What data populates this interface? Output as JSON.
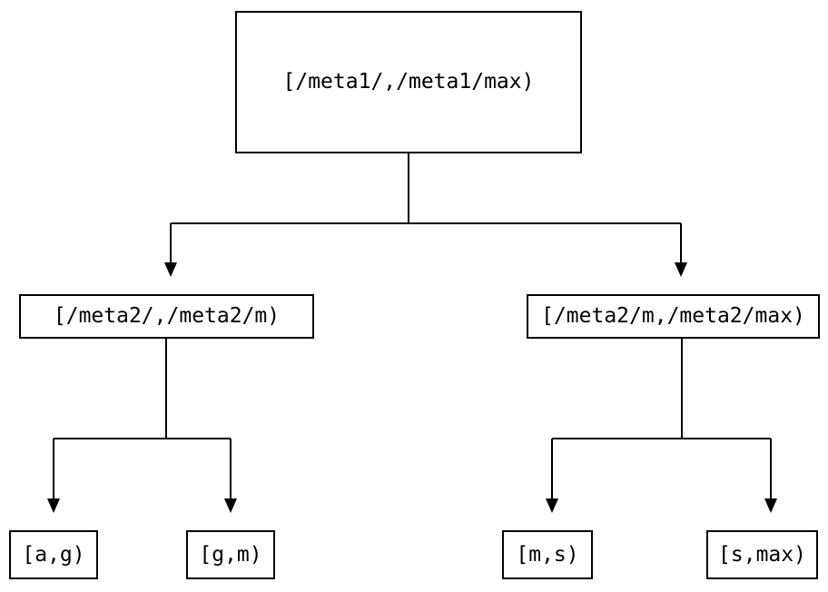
{
  "diagram": {
    "type": "tree",
    "title": "",
    "background_color": "#ffffff",
    "stroke_color": "#000000",
    "text_color": "#000000",
    "nodes": {
      "root": {
        "label": "[/meta1/,/meta1/max)"
      },
      "meta2_low": {
        "label": "[/meta2/,/meta2/m)"
      },
      "meta2_high": {
        "label": "[/meta2/m,/meta2/max)"
      },
      "leaf_ag": {
        "label": "[a,g)"
      },
      "leaf_gm": {
        "label": "[g,m)"
      },
      "leaf_ms": {
        "label": "[m,s)"
      },
      "leaf_smax": {
        "label": "[s,max)"
      }
    },
    "edges": [
      {
        "from": "root",
        "to": "meta2_low",
        "arrow": "down"
      },
      {
        "from": "root",
        "to": "meta2_high",
        "arrow": "down"
      },
      {
        "from": "meta2_low",
        "to": "leaf_ag",
        "arrow": "down"
      },
      {
        "from": "meta2_low",
        "to": "leaf_gm",
        "arrow": "down"
      },
      {
        "from": "meta2_high",
        "to": "leaf_ms",
        "arrow": "down"
      },
      {
        "from": "meta2_high",
        "to": "leaf_smax",
        "arrow": "down"
      }
    ]
  }
}
